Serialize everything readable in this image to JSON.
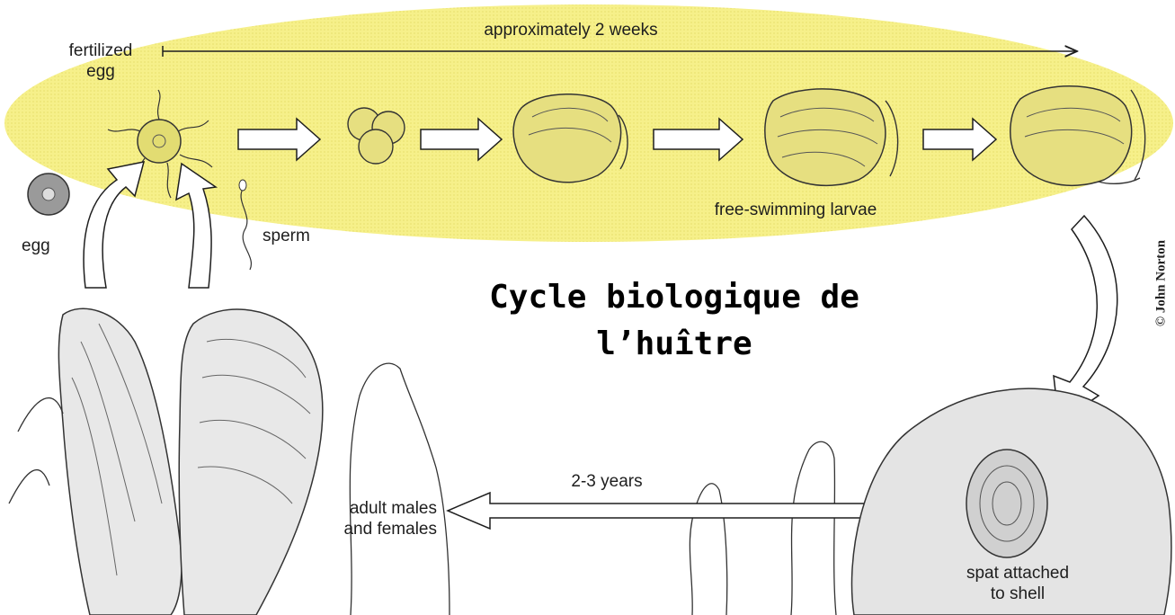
{
  "title": "Cycle biologique de l’huître",
  "labels": {
    "fertilized_egg": [
      "fertilized",
      "egg"
    ],
    "duration_top": "approximately 2 weeks",
    "egg": "egg",
    "sperm": "sperm",
    "larvae": "free-swimming larvae",
    "duration_bottom": "2-3 years",
    "adults": [
      "adult males",
      "and females"
    ],
    "spat": [
      "spat attached",
      "to shell"
    ]
  },
  "credit": "© John Norton",
  "colors": {
    "highlight": "#f6f08a",
    "ink": "#1e1e1e",
    "shell_fill": "#e8e8e8",
    "arrow_fill": "#ffffff"
  },
  "icons": [
    "fertilized-egg-icon",
    "cleavage-cells-icon",
    "larva-icon",
    "egg-icon",
    "sperm-icon",
    "adult-oyster-icon",
    "spat-icon"
  ]
}
